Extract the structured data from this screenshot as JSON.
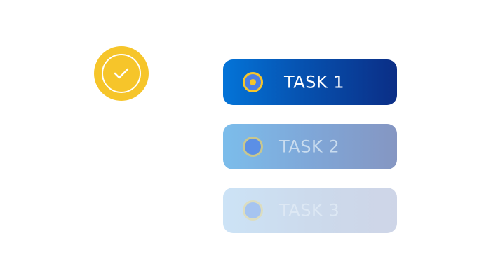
{
  "badge": {
    "icon": "check-circle-icon",
    "color": "#F6C52A"
  },
  "tasks": [
    {
      "label": "TASK 1",
      "state": "selected",
      "icon": "radio-selected-icon"
    },
    {
      "label": "TASK 2",
      "state": "unselected",
      "icon": "radio-icon"
    },
    {
      "label": "TASK 3",
      "state": "unselected",
      "icon": "radio-icon"
    }
  ],
  "colors": {
    "accent": "#F6C52A",
    "task1_gradient": [
      "#0474D8",
      "#0B2E86"
    ],
    "task2_gradient": [
      "#7CBDEB",
      "#8596C2"
    ],
    "task3_gradient": [
      "#CCE3F6",
      "#CED5E7"
    ]
  }
}
